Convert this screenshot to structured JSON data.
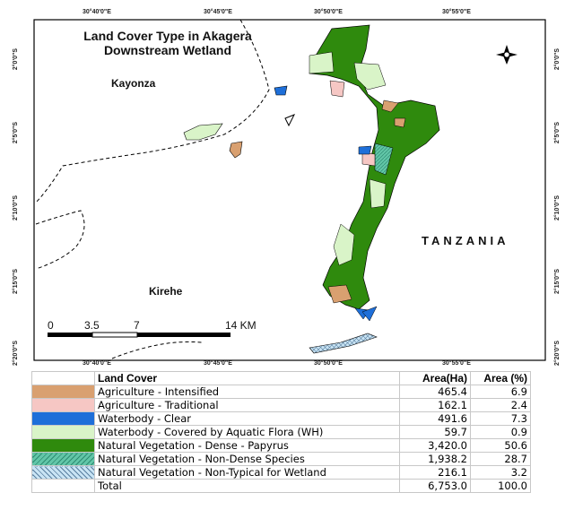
{
  "map": {
    "title_line1": "Land Cover Type in Akagera",
    "title_line2": "Downstream Wetland",
    "lon_ticks": [
      "30°40'0\"E",
      "30°45'0\"E",
      "30°50'0\"E",
      "30°55'0\"E"
    ],
    "lat_ticks": [
      "2°0'0\"S",
      "2°5'0\"S",
      "2°10'0\"S",
      "2°15'0\"S",
      "2°20'0\"S"
    ],
    "places": {
      "kayonza": "Kayonza",
      "kirehe": "Kirehe",
      "tanzania": "TANZANIA"
    },
    "scale": {
      "zero": "0",
      "a": "3.5",
      "b": "7",
      "c": "14 KM"
    },
    "colors": {
      "agri_intensified": "#d9a070",
      "agri_traditional": "#f6c7c4",
      "water_clear": "#1e6fd9",
      "water_wh": "#d9f4c8",
      "papyrus": "#2f8a0d",
      "non_dense": "#62c6a8",
      "non_typical": "#c9e4f4"
    }
  },
  "legend": {
    "headers": {
      "cover": "Land Cover",
      "area": "Area(Ha)",
      "pct": "Area (%)"
    },
    "rows": [
      {
        "cover": "Agriculture - Intensified",
        "area": "465.4",
        "pct": "6.9"
      },
      {
        "cover": "Agriculture - Traditional",
        "area": "162.1",
        "pct": "2.4"
      },
      {
        "cover": "Waterbody - Clear",
        "area": "491.6",
        "pct": "7.3"
      },
      {
        "cover": "Waterbody - Covered by Aquatic Flora (WH)",
        "area": "59.7",
        "pct": "0.9"
      },
      {
        "cover": "Natural Vegetation - Dense - Papyrus",
        "area": "3,420.0",
        "pct": "50.6"
      },
      {
        "cover": "Natural Vegetation  - Non-Dense Species",
        "area": "1,938.2",
        "pct": "28.7"
      },
      {
        "cover": "Natural Vegetation - Non-Typical for Wetland",
        "area": "216.1",
        "pct": "3.2"
      }
    ],
    "total": {
      "cover": "Total",
      "area": "6,753.0",
      "pct": "100.0"
    }
  }
}
